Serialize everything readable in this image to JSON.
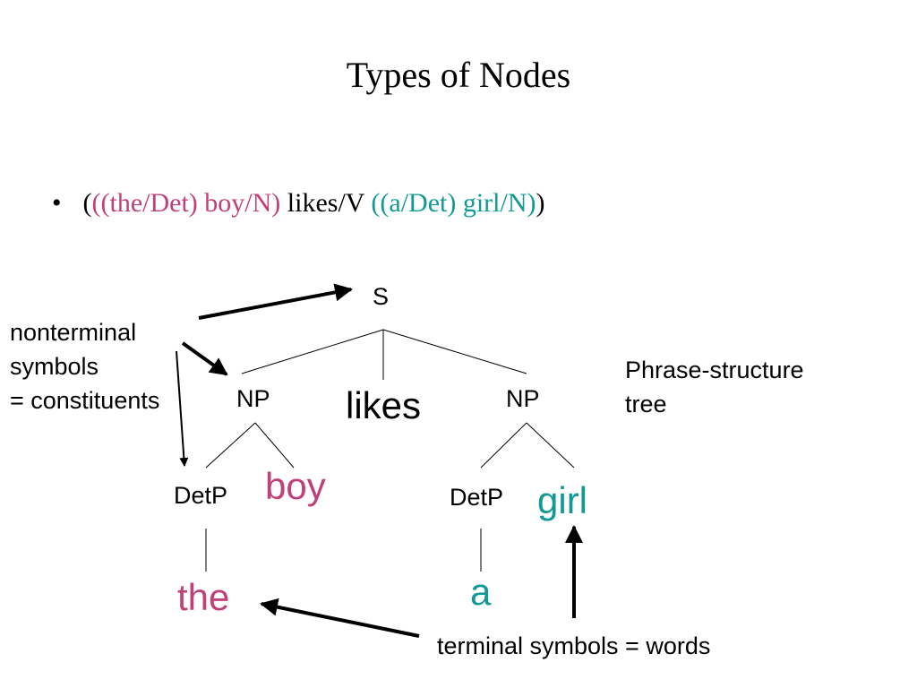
{
  "title": "Types of Nodes",
  "bullet": {
    "open_paren": "(",
    "np1": "((the/Det) boy/N)",
    "verb": " likes/V ",
    "np2": "((a/Det) girl/N)",
    "close_paren": ")"
  },
  "tree": {
    "root": "S",
    "np_left": "NP",
    "verb": "likes",
    "np_right": "NP",
    "detp_left": "DetP",
    "noun_left": "boy",
    "detp_right": "DetP",
    "noun_right": "girl",
    "det_left": "the",
    "det_right": "a"
  },
  "annotations": {
    "nonterminal": [
      "nonterminal",
      "symbols",
      "= constituents"
    ],
    "phrase_structure": [
      "Phrase-structure",
      "tree"
    ],
    "terminal": "terminal symbols = words"
  },
  "colors": {
    "np1": "#c0407a",
    "np2": "#119a94"
  }
}
